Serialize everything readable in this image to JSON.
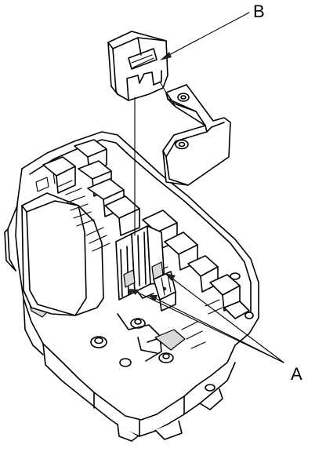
{
  "figure": {
    "callouts": [
      {
        "id": "B",
        "text": "B"
      },
      {
        "id": "A",
        "text": "A"
      }
    ]
  },
  "colors": {
    "line": "#000000",
    "background": "#ffffff",
    "shade": "#d9d9d9"
  }
}
